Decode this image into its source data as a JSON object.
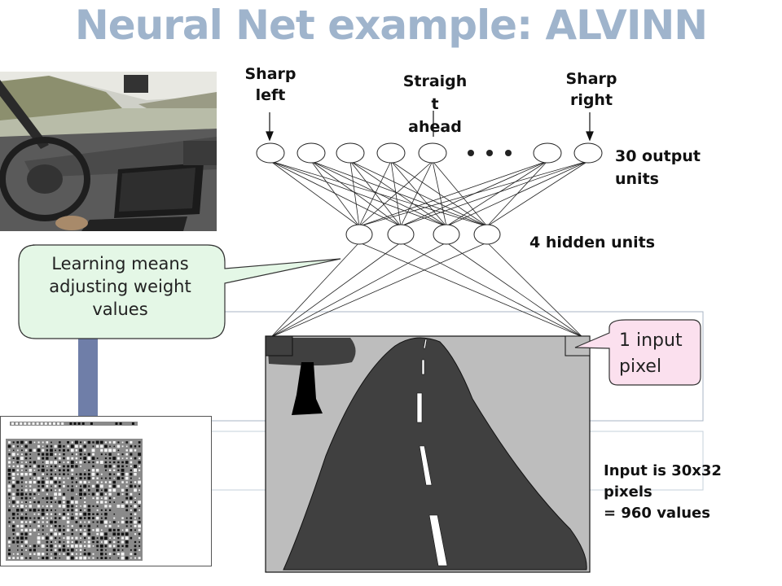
{
  "slide": {
    "title": "Neural Net example: ALVINN"
  },
  "network": {
    "output_labels": {
      "sharp_left": [
        "Sharp",
        "left"
      ],
      "straight_ahead": [
        "Straigh",
        "t",
        "ahead"
      ],
      "sharp_right": [
        "Sharp",
        "right"
      ]
    },
    "output_units_label": [
      "30 output",
      "units"
    ],
    "hidden_units_label": "4 hidden units",
    "output_unit_count": 30,
    "hidden_unit_count": 4,
    "ellipsis_icon": "three-dots"
  },
  "callouts": {
    "learning": "Learning means adjusting weight values",
    "input_pixel": [
      "1 input",
      "pixel"
    ]
  },
  "input_description": [
    "Input is 30x32",
    "pixels",
    "= 960 values"
  ],
  "images": {
    "car_photo": "photo of car interior with steering wheel and laptop",
    "road_image": "sketch of road with dashed center line and tree",
    "weight_map": "hidden unit weight visualization"
  },
  "colors": {
    "title": "#9fb4cc",
    "callout_green": "#e4f7e6",
    "callout_pink": "#fbe0ee",
    "road": "#404040",
    "ground": "#bdbdbd",
    "connector_bar": "#6f7ea8"
  }
}
